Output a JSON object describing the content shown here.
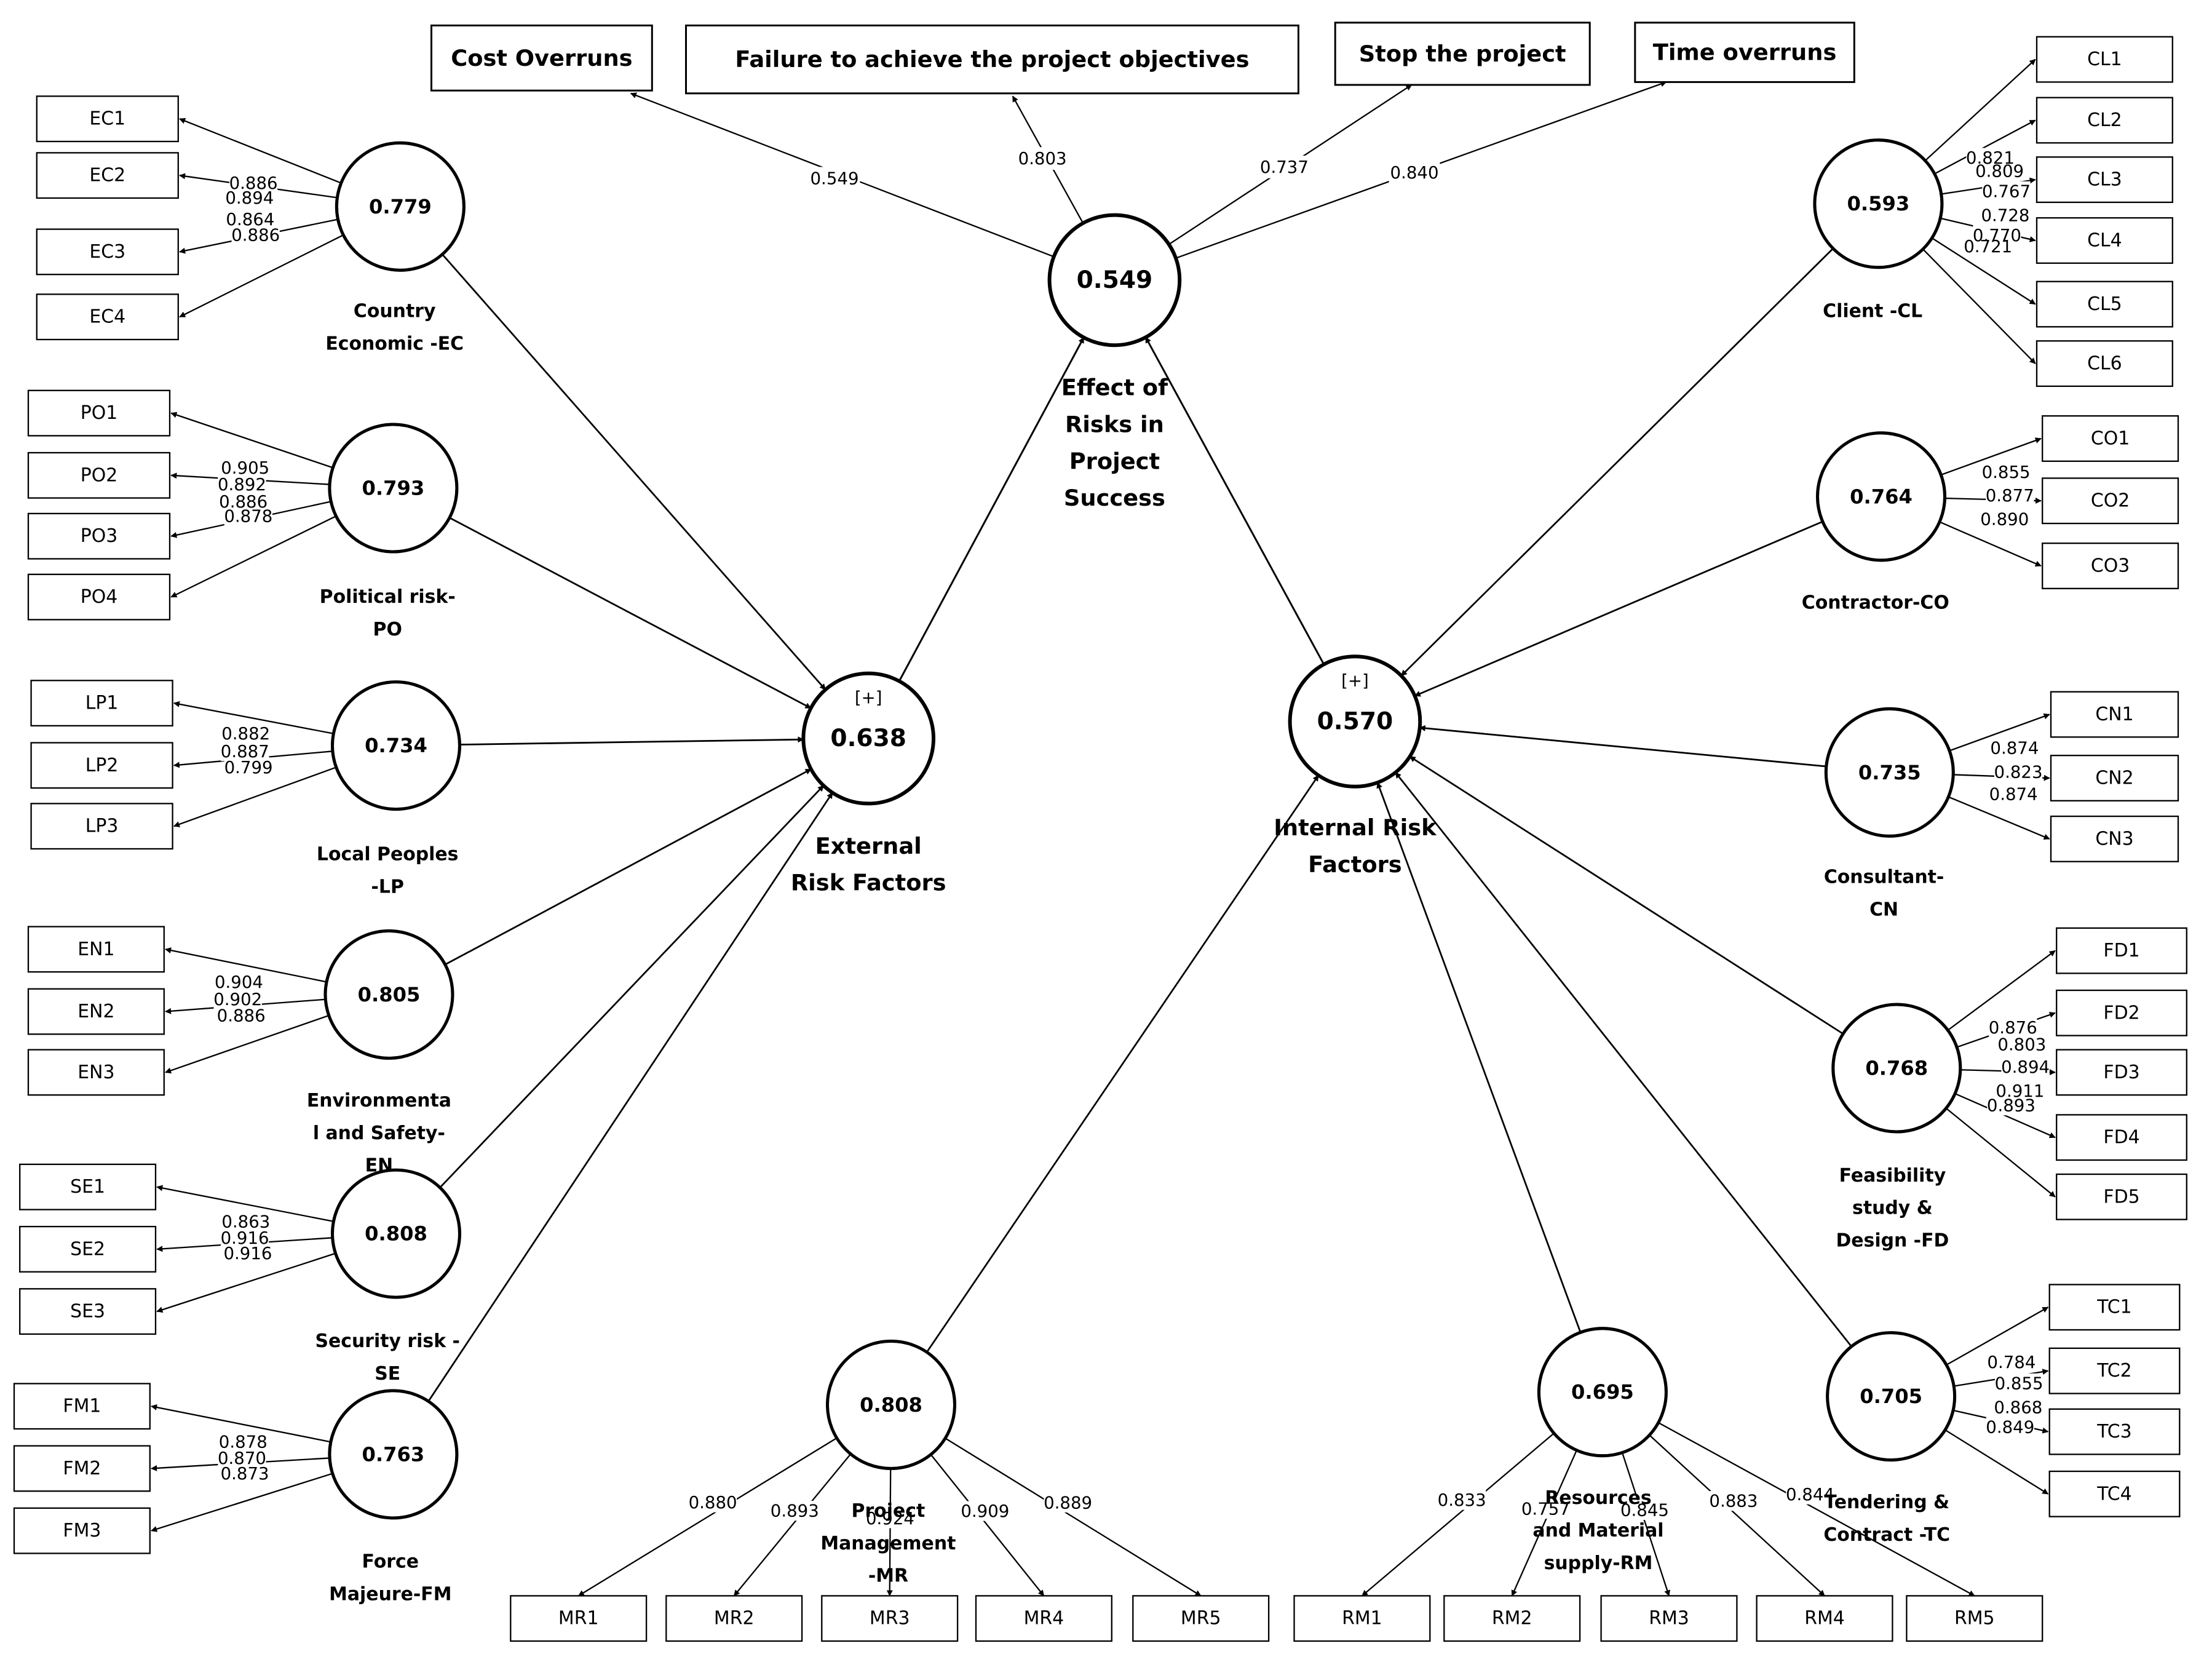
{
  "outcomes": [
    {
      "id": "cost",
      "label": "Cost Overruns",
      "loading": "0.549"
    },
    {
      "id": "fail",
      "label": "Failure to achieve the project objectives",
      "loading": "0.803"
    },
    {
      "id": "stop",
      "label": "Stop the project",
      "loading": "0.737"
    },
    {
      "id": "time",
      "label": "Time overruns",
      "loading": "0.840"
    }
  ],
  "central": {
    "effect": {
      "value": "0.549",
      "label_lines": [
        "Effect of",
        "Risks in",
        "Project",
        "Success"
      ]
    },
    "external": {
      "value": "0.638",
      "marker": "[+]",
      "label_lines": [
        "External",
        "Risk Factors"
      ]
    },
    "internal": {
      "value": "0.570",
      "marker": "[+]",
      "label_lines": [
        "Internal Risk",
        "Factors"
      ]
    }
  },
  "constructs": [
    {
      "id": "ec",
      "value": "0.779",
      "label_lines": [
        "Country",
        "Economic -EC"
      ],
      "indicators": [
        {
          "name": "EC1",
          "loading": "0.886"
        },
        {
          "name": "EC2",
          "loading": "0.894"
        },
        {
          "name": "EC3",
          "loading": "0.864"
        },
        {
          "name": "EC4",
          "loading": "0.886"
        }
      ]
    },
    {
      "id": "po",
      "value": "0.793",
      "label_lines": [
        "Political risk-",
        "PO"
      ],
      "indicators": [
        {
          "name": "PO1",
          "loading": "0.905"
        },
        {
          "name": "PO2",
          "loading": "0.892"
        },
        {
          "name": "PO3",
          "loading": "0.886"
        },
        {
          "name": "PO4",
          "loading": "0.878"
        }
      ]
    },
    {
      "id": "lp",
      "value": "0.734",
      "label_lines": [
        "Local Peoples",
        "-LP"
      ],
      "indicators": [
        {
          "name": "LP1",
          "loading": "0.882"
        },
        {
          "name": "LP2",
          "loading": "0.887"
        },
        {
          "name": "LP3",
          "loading": "0.799"
        }
      ]
    },
    {
      "id": "en",
      "value": "0.805",
      "label_lines": [
        "Environmenta",
        "l and Safety-",
        "EN"
      ],
      "indicators": [
        {
          "name": "EN1",
          "loading": "0.904"
        },
        {
          "name": "EN2",
          "loading": "0.902"
        },
        {
          "name": "EN3",
          "loading": "0.886"
        }
      ]
    },
    {
      "id": "se",
      "value": "0.808",
      "label_lines": [
        "Security risk -",
        "SE"
      ],
      "indicators": [
        {
          "name": "SE1",
          "loading": "0.863"
        },
        {
          "name": "SE2",
          "loading": "0.916"
        },
        {
          "name": "SE3",
          "loading": "0.916"
        }
      ]
    },
    {
      "id": "fm",
      "value": "0.763",
      "label_lines": [
        "Force",
        "Majeure-FM"
      ],
      "indicators": [
        {
          "name": "FM1",
          "loading": "0.878"
        },
        {
          "name": "FM2",
          "loading": "0.870"
        },
        {
          "name": "FM3",
          "loading": "0.873"
        }
      ]
    },
    {
      "id": "cl",
      "value": "0.593",
      "label_lines": [
        "Client -CL"
      ],
      "indicators": [
        {
          "name": "CL1",
          "loading": "0.821"
        },
        {
          "name": "CL2",
          "loading": "0.809"
        },
        {
          "name": "CL3",
          "loading": "0.767"
        },
        {
          "name": "CL4",
          "loading": "0.728"
        },
        {
          "name": "CL5",
          "loading": "0.770"
        },
        {
          "name": "CL6",
          "loading": "0.721"
        }
      ]
    },
    {
      "id": "co",
      "value": "0.764",
      "label_lines": [
        "Contractor-CO"
      ],
      "indicators": [
        {
          "name": "CO1",
          "loading": "0.855"
        },
        {
          "name": "CO2",
          "loading": "0.877"
        },
        {
          "name": "CO3",
          "loading": "0.890"
        }
      ]
    },
    {
      "id": "cn",
      "value": "0.735",
      "label_lines": [
        "Consultant-",
        "CN"
      ],
      "indicators": [
        {
          "name": "CN1",
          "loading": "0.874"
        },
        {
          "name": "CN2",
          "loading": "0.823"
        },
        {
          "name": "CN3",
          "loading": "0.874"
        }
      ]
    },
    {
      "id": "fd",
      "value": "0.768",
      "label_lines": [
        "Feasibility",
        "study &",
        "Design -FD"
      ],
      "indicators": [
        {
          "name": "FD1",
          "loading": "0.876"
        },
        {
          "name": "FD2",
          "loading": "0.803"
        },
        {
          "name": "FD3",
          "loading": "0.894"
        },
        {
          "name": "FD4",
          "loading": "0.911"
        },
        {
          "name": "FD5",
          "loading": "0.893"
        }
      ]
    },
    {
      "id": "tc",
      "value": "0.705",
      "label_lines": [
        "Tendering &",
        "Contract -TC"
      ],
      "indicators": [
        {
          "name": "TC1",
          "loading": "0.784"
        },
        {
          "name": "TC2",
          "loading": "0.855"
        },
        {
          "name": "TC3",
          "loading": "0.868"
        },
        {
          "name": "TC4",
          "loading": "0.849"
        }
      ]
    },
    {
      "id": "mr",
      "value": "0.808",
      "label_lines": [
        "Project",
        "Management",
        "-MR"
      ],
      "indicators": [
        {
          "name": "MR1",
          "loading": "0.880"
        },
        {
          "name": "MR2",
          "loading": "0.893"
        },
        {
          "name": "MR3",
          "loading": "0.924"
        },
        {
          "name": "MR4",
          "loading": "0.909"
        },
        {
          "name": "MR5",
          "loading": "0.889"
        }
      ]
    },
    {
      "id": "rm",
      "value": "0.695",
      "label_lines": [
        "Resources",
        "and Material",
        "supply-RM"
      ],
      "indicators": [
        {
          "name": "RM1",
          "loading": "0.833"
        },
        {
          "name": "RM2",
          "loading": "0.757"
        },
        {
          "name": "RM3",
          "loading": "0.845"
        },
        {
          "name": "RM4",
          "loading": "0.883"
        },
        {
          "name": "RM5",
          "loading": "0.844"
        }
      ]
    }
  ]
}
